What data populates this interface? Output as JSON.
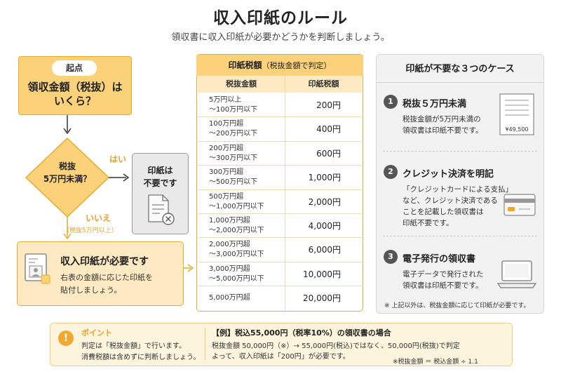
{
  "header": {
    "title": "収入印紙のルール",
    "subtitle": "領収書に収入印紙が必要かどうかを判断しましょう。"
  },
  "flow": {
    "start_badge": "起点",
    "start_question_1": "領収金額（税抜）は",
    "start_question_2": "いくら？",
    "decision_1": "税抜",
    "decision_2": "5万円未満？",
    "yes_label": "はい",
    "no_label": "いいえ",
    "no_sub": "（税抜5万円以上）",
    "no_stamp_1": "印紙は",
    "no_stamp_2": "不要です",
    "need_title": "収入印紙が必要です",
    "need_desc_1": "右表の金額に応じた印紙を",
    "need_desc_2": "貼付しましょう。"
  },
  "table": {
    "title": "印紙税額",
    "title_sub": "（税抜金額で判定）",
    "col_range": "税抜金額",
    "col_tax": "印紙税額",
    "rows": [
      {
        "l1": "5万円以上",
        "l2": "～100万円以下",
        "tax": "200円"
      },
      {
        "l1": "100万円超",
        "l2": "～200万円以下",
        "tax": "400円"
      },
      {
        "l1": "200万円超",
        "l2": "～300万円以下",
        "tax": "600円"
      },
      {
        "l1": "300万円超",
        "l2": "～500万円以下",
        "tax": "1,000円"
      },
      {
        "l1": "500万円超",
        "l2": "～1,000万円以下",
        "tax": "2,000円"
      },
      {
        "l1": "1,000万円超",
        "l2": "～2,000万円以下",
        "tax": "4,000円"
      },
      {
        "l1": "2,000万円超",
        "l2": "～3,000万円以下",
        "tax": "6,000円"
      },
      {
        "l1": "3,000万円超",
        "l2": "～5,000万円以下",
        "tax": "10,000円"
      },
      {
        "l1": "5,000万円超",
        "l2": "",
        "tax": "20,000円"
      }
    ]
  },
  "cases": {
    "title": "印紙が不要な３つのケース",
    "items": [
      {
        "num": "1",
        "title": "税抜５万円未満",
        "d1": "税抜金額が5万円未満の",
        "d2": "領収書は印紙不要です。",
        "d3": "",
        "d4": ""
      },
      {
        "num": "2",
        "title": "クレジット決済を明記",
        "d1": "「クレジットカードによる支払」",
        "d2": "など、クレジット決済である",
        "d3": "ことを記載した領収書は",
        "d4": "印紙不要です。"
      },
      {
        "num": "3",
        "title": "電子発行の領収書",
        "d1": "電子データで発行された",
        "d2": "領収書は印紙不要です。",
        "d3": "",
        "d4": ""
      }
    ],
    "receipt_amount": "¥49,500",
    "note": "※ 上記以外は、税抜金額に応じて印紙が必要です。"
  },
  "bottom": {
    "point_title": "ポイント",
    "point_1": "判定は「税抜金額」で行います。",
    "point_2": "消費税額は含めずに判断しましょう。",
    "ex_title": "【例】税込55,000円（税率10%）の領収書の場合",
    "ex_1": "税抜金額 50,000円（※）→ 55,000円(税込)ではなく、50,000円(税抜)で判定",
    "ex_2": "よって、収入印紙は「200円」が必要です。",
    "formula": "※税抜金額 ＝ 税込金額 ÷ 1.1"
  },
  "colors": {
    "accent": "#fbd27a",
    "accent_border": "#e8a930",
    "accent_light": "#fdeac2",
    "label_orange": "#e8a12a",
    "gray_panel": "#f2f2f2"
  },
  "icons": [
    "chevron-arrow-icon",
    "document-cross-icon",
    "id-card-icon",
    "receipt-icon",
    "credit-card-icon",
    "laptop-icon",
    "exclamation-icon"
  ]
}
